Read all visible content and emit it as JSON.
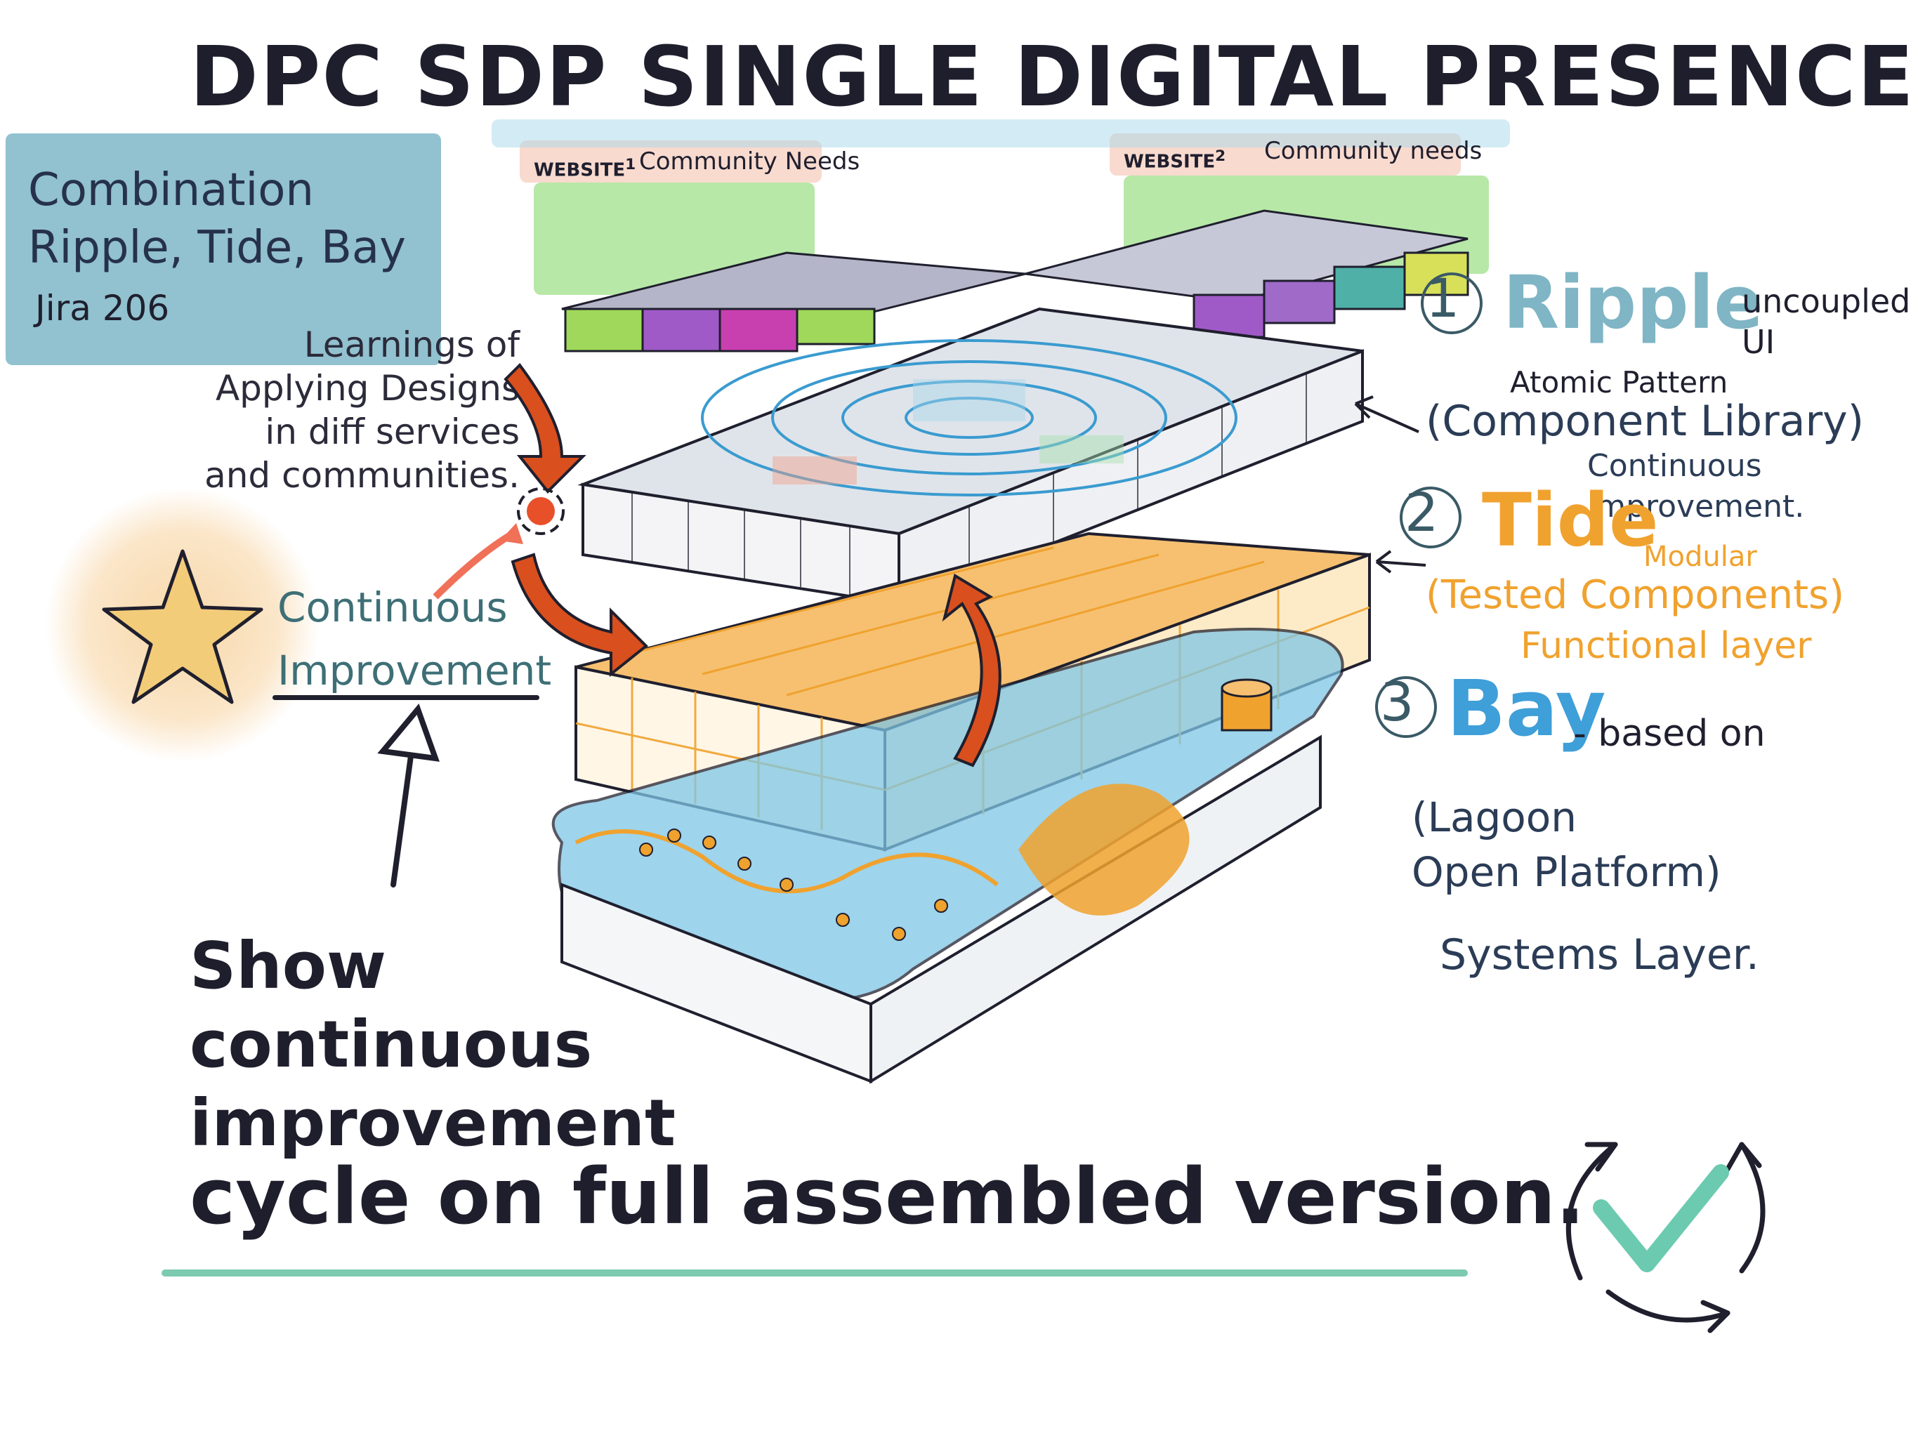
{
  "title": "DPC SDP SINGLE DIGITAL PRESENCE",
  "intro": {
    "combination_line1": "Combination",
    "combination_line2": "Ripple, Tide, Bay",
    "jira": "Jira 206"
  },
  "learnings": {
    "line1": "Learnings of",
    "line2": "Applying Designs",
    "line3": "in diff services",
    "line4": "and communities."
  },
  "continuous_improvement": {
    "line1": "Continuous",
    "line2": "Improvement"
  },
  "websites": {
    "website1_label": "WEBSITE",
    "website1_number": "1",
    "website1_needs": "Community Needs",
    "website2_label": "WEBSITE",
    "website2_number": "2",
    "website2_needs": "Community needs"
  },
  "layers": {
    "ripple": {
      "number": "1",
      "name": "Ripple",
      "note_line1": "uncoupled",
      "note_line2": "UI",
      "atomic": "Atomic Pattern",
      "library": "(Component Library)",
      "ci_line1": "Continuous",
      "ci_line2": "improvement."
    },
    "tide": {
      "number": "2",
      "name": "Tide",
      "modular": "Modular",
      "tested": "(Tested Components)",
      "functional": "Functional layer"
    },
    "bay": {
      "number": "3",
      "name": "Bay",
      "based_on": "- based on",
      "lagoon": "(Lagoon",
      "open_platform": "Open Platform)",
      "systems": "Systems Layer."
    }
  },
  "bottom": {
    "show_line1": "Show",
    "show_line2": "continuous",
    "show_line3": "improvement",
    "cycle_line": "cycle on full assembled version."
  },
  "colors": {
    "ripple": "#7fb5c5",
    "tide": "#f0a22e",
    "bay": "#3f9fd8",
    "arrow": "#d94f1e",
    "check": "#6ccab0",
    "intro_box": "#7fb6c8"
  },
  "icons": [
    "star-icon",
    "cycle-check-icon",
    "red-cycle-arrow-icon"
  ]
}
